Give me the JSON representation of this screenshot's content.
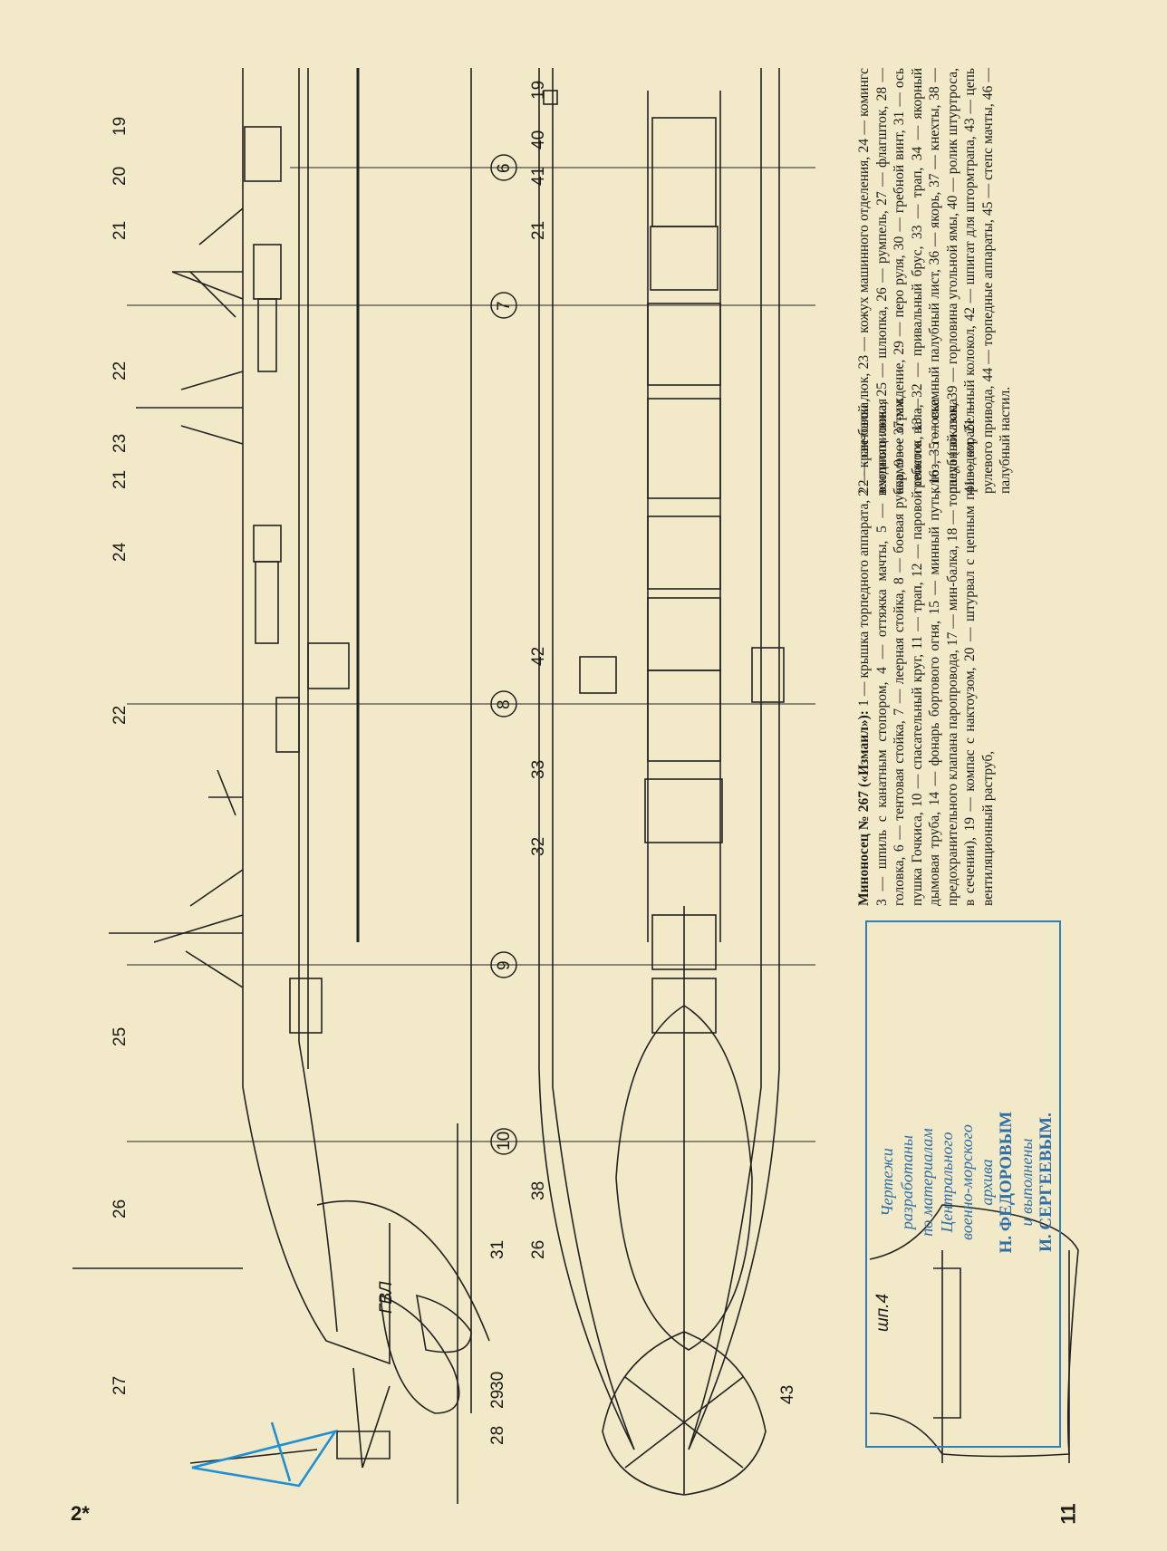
{
  "legend": {
    "title": "Миноносец № 267 («Измаил»):",
    "part1": "1 — крышка торпедного аппарата, 2 — кран-балка, 3 — шпиль с канатным стопором, 4 — оттяжка мачты, 5 — вентиляционная головка, 6 — тентовая стойка, 7 — леерная стойка, 8 — боевая рубка, 9 — 37-мм пушка Гочкиса, 10 — спасательный круг, 11 — трап, 12 — паровой свисток, 13 — дымовая труба, 14 — фонарь бортового огня, 15 — минный путь, 16 — головка предохранительного клапана паропровода, 17 — мин-балка, 18 — торпеда (показана в сечении), 19 — компас с нактоузом, 20 — штурвал с цепным приводом, 21 — вентиляционный раструб,",
    "part2": "22 — световой люк, 23 — кожух машинного отделения, 24 — комингс входного люка, 25 — шлюпка, 26 — румпель, 27 — флагшток, 28 — кормовое ограждение, 29 — перо руля, 30 — гребной винт, 31 — ось гребного вала, 32 — привальный брус, 33 — трап, 34 — якорный клюз, 35 — съемный палубный лист, 36 — якорь, 37 — кнехты, 38 — палубный люк, 39 — горловина угольной ямы, 40 — ролик штуртроса, 41 — корабельный колокол, 42 — шпигат для штормтрапа, 43 — цепь рулевого привода, 44 — торпедные аппараты, 45 — степс мачты, 46 — палубный настил."
  },
  "credit": {
    "line1": "Чертежи",
    "line2": "разработаны",
    "line3": "по материалам",
    "line4": "Центрального",
    "line5": "военно-морского",
    "line6": "архива",
    "name1": "Н. ФЕДОРОВЫМ",
    "line7": "и выполнены",
    "name2": "И. СЕРГЕЕВЫМ."
  },
  "page_numbers": {
    "left": "2*",
    "right": "11"
  },
  "section_label": "шп.4",
  "waterline_label": "ГВЛ",
  "frames": [
    "6",
    "7",
    "8",
    "9",
    "10"
  ],
  "callouts": [
    "19",
    "20",
    "21",
    "22",
    "21",
    "23",
    "24",
    "22",
    "33",
    "32",
    "25",
    "26",
    "31",
    "30",
    "27",
    "28",
    "29",
    "19",
    "40",
    "41",
    "21",
    "42",
    "38",
    "26",
    "43"
  ],
  "colors": {
    "paper": "#f1e9c8",
    "ink": "#1b1b18",
    "credit_blue": "#2f6fa8"
  }
}
